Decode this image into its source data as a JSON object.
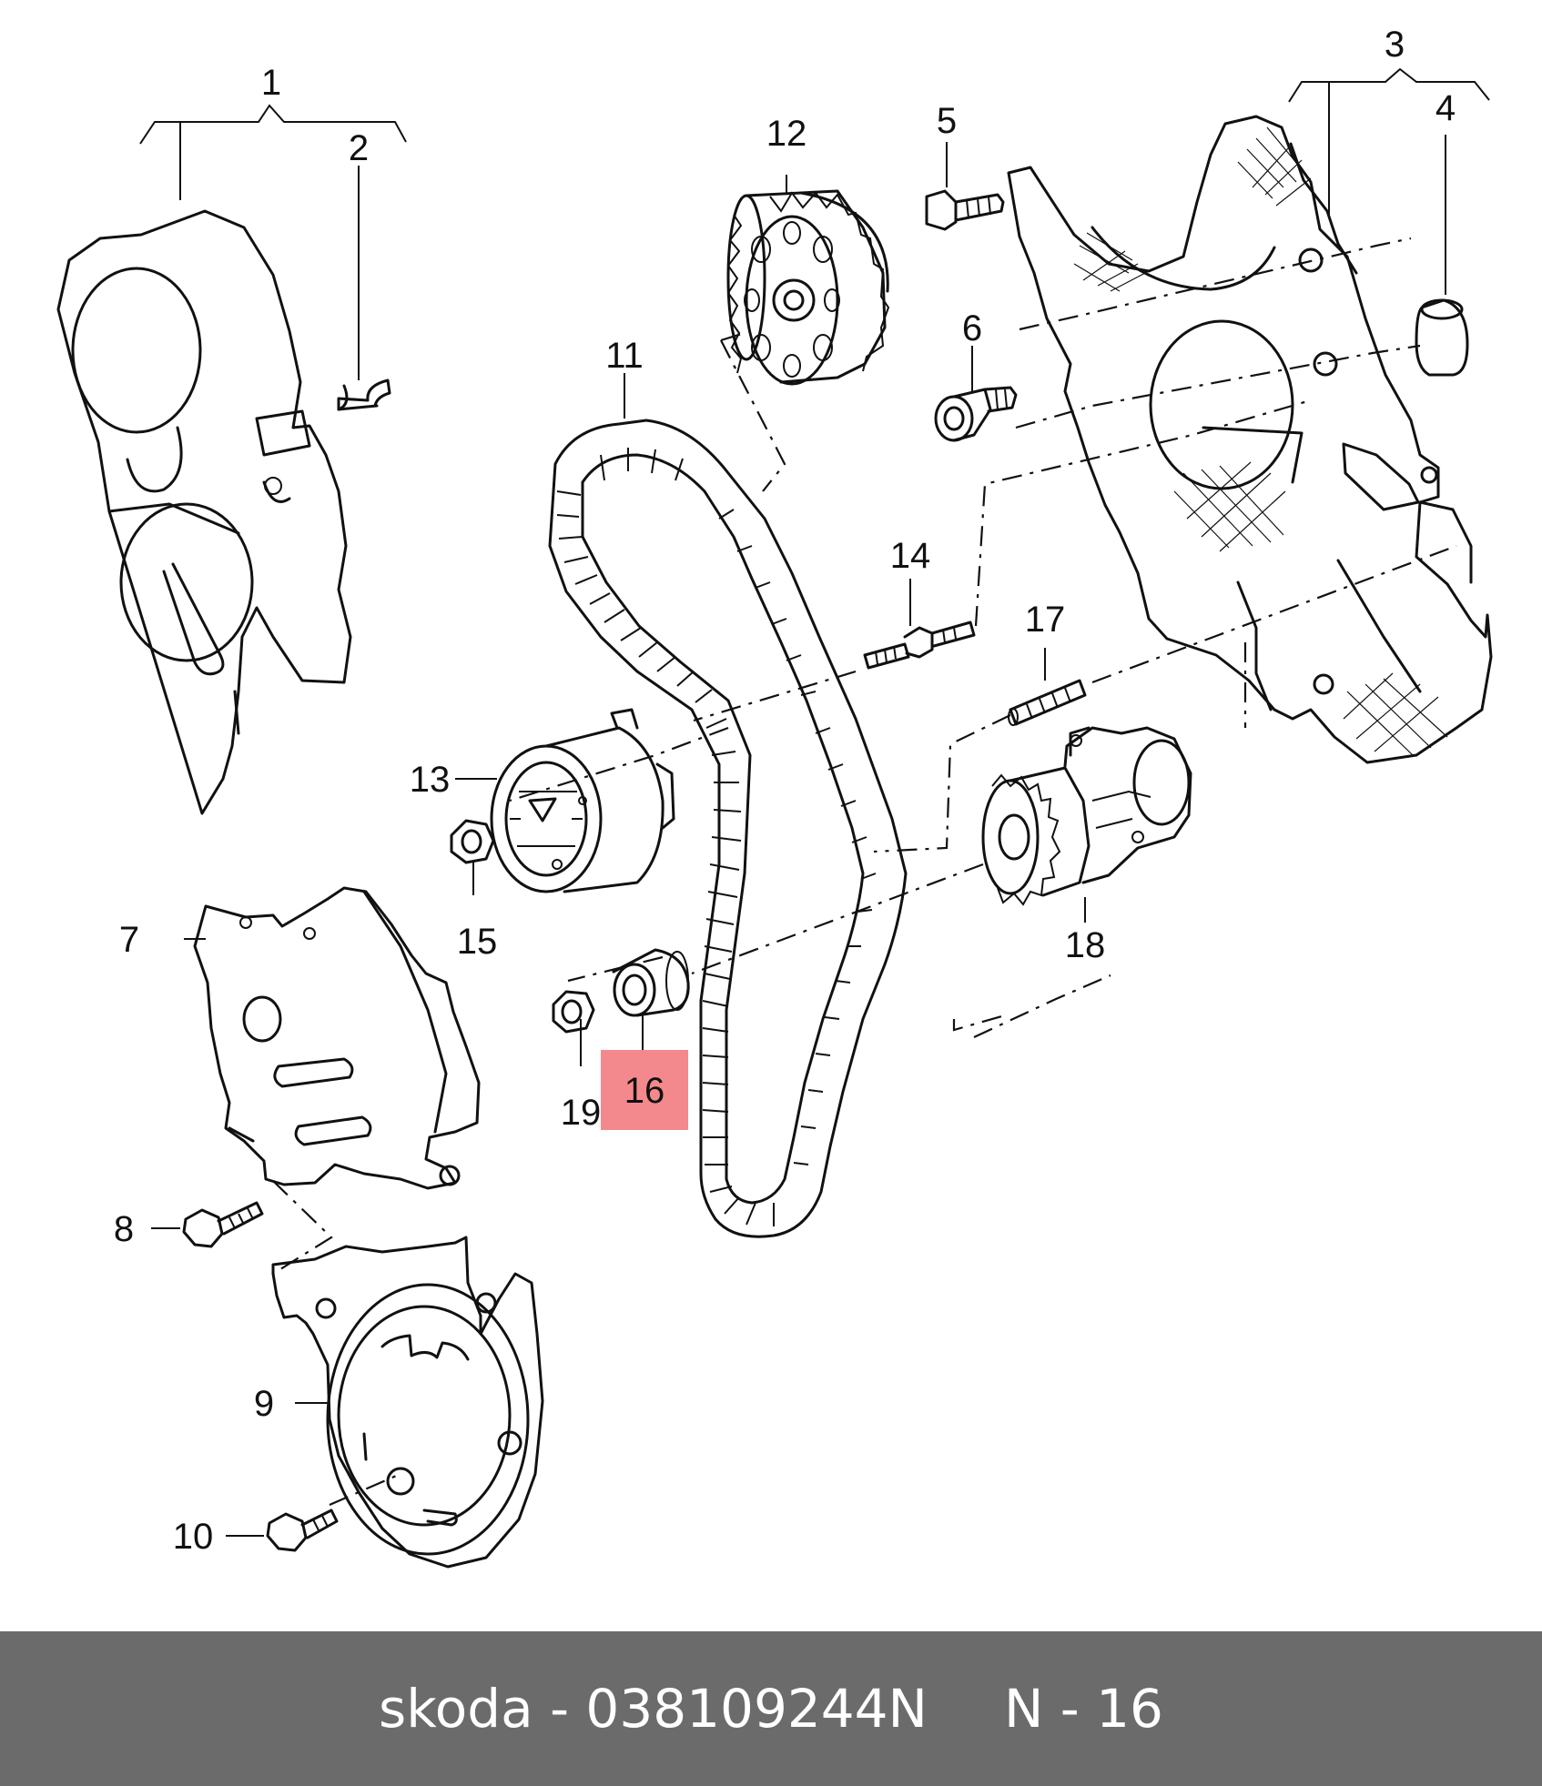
{
  "callouts": [
    {
      "id": "1",
      "text": "1"
    },
    {
      "id": "2",
      "text": "2"
    },
    {
      "id": "3",
      "text": "3"
    },
    {
      "id": "4",
      "text": "4"
    },
    {
      "id": "5",
      "text": "5"
    },
    {
      "id": "6",
      "text": "6"
    },
    {
      "id": "7",
      "text": "7"
    },
    {
      "id": "8",
      "text": "8"
    },
    {
      "id": "9",
      "text": "9"
    },
    {
      "id": "10",
      "text": "10"
    },
    {
      "id": "11",
      "text": "11"
    },
    {
      "id": "12",
      "text": "12"
    },
    {
      "id": "13",
      "text": "13"
    },
    {
      "id": "14",
      "text": "14"
    },
    {
      "id": "15",
      "text": "15"
    },
    {
      "id": "16",
      "text": "16",
      "highlighted": true
    },
    {
      "id": "17",
      "text": "17"
    },
    {
      "id": "18",
      "text": "18"
    },
    {
      "id": "19",
      "text": "19"
    }
  ],
  "highlight_color": "#f3898c",
  "footer": {
    "part_label": "skoda - 038109244N",
    "position_label": "N - 16",
    "background": "#6b6b6b"
  }
}
